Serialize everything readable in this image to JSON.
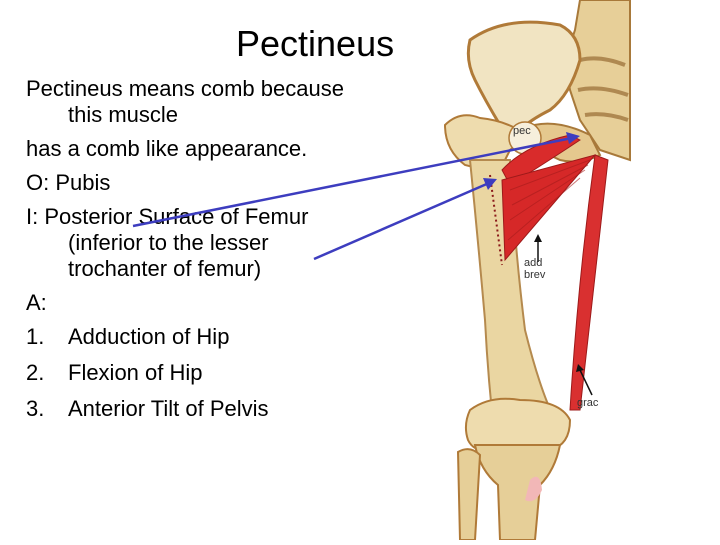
{
  "slide": {
    "title": "Pectineus",
    "paragraphs": [
      "Pectineus means comb because this muscle",
      "has a comb like appearance.",
      "O: Pubis",
      "I: Posterior Surface of Femur (inferior to the lesser trochanter of femur)",
      "A:"
    ],
    "actions": [
      {
        "num": "1.",
        "text": "Adduction of Hip"
      },
      {
        "num": "2.",
        "text": "Flexion of Hip"
      },
      {
        "num": "3.",
        "text": "Anterior Tilt of Pelvis"
      }
    ]
  },
  "figure": {
    "labels": {
      "pec": "pec",
      "add_brev_1": "add",
      "add_brev_2": "brev",
      "grac": "grac"
    },
    "colors": {
      "bone": "#e9d8a6",
      "bone_shadow": "#b8894a",
      "muscle": "#d92b2b",
      "muscle_dark": "#b01d1d",
      "arrow": "#3d3dbf"
    }
  }
}
